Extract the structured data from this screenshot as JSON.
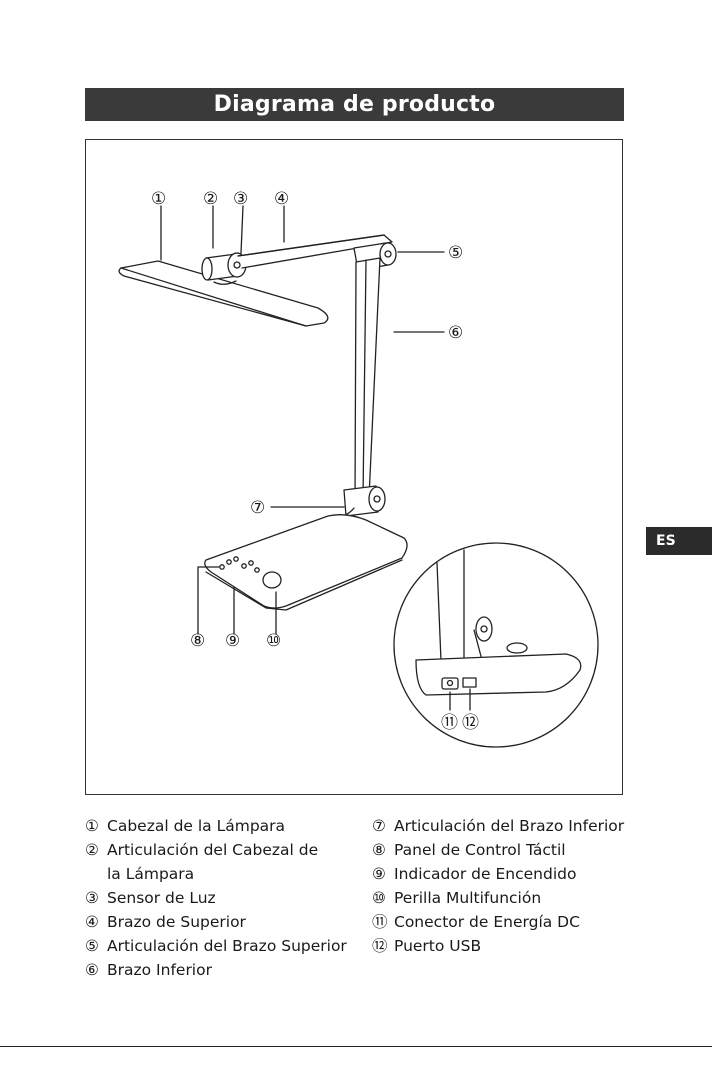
{
  "title": "Diagrama de producto",
  "language_tab": "ES",
  "callouts": [
    "①",
    "②",
    "③",
    "④",
    "⑤",
    "⑥",
    "⑦",
    "⑧",
    "⑨",
    "⑩",
    "⑪",
    "⑫"
  ],
  "legend_left": [
    {
      "num": "①",
      "text": "Cabezal de la Lámpara"
    },
    {
      "num": "②",
      "text": "Articulación del Cabezal de\nla Lámpara"
    },
    {
      "num": "③",
      "text": "Sensor de Luz"
    },
    {
      "num": "④",
      "text": "Brazo de Superior"
    },
    {
      "num": "⑤",
      "text": "Articulación del Brazo Superior"
    },
    {
      "num": "⑥",
      "text": "Brazo Inferior"
    }
  ],
  "legend_right": [
    {
      "num": "⑦",
      "text": "Articulación del Brazo Inferior"
    },
    {
      "num": "⑧",
      "text": "Panel de Control Táctil"
    },
    {
      "num": "⑨",
      "text": "Indicador de Encendido"
    },
    {
      "num": "⑩",
      "text": "Perilla Multifunción"
    },
    {
      "num": "⑪",
      "text": "Conector de Energía DC"
    },
    {
      "num": "⑫",
      "text": "Puerto USB"
    }
  ]
}
